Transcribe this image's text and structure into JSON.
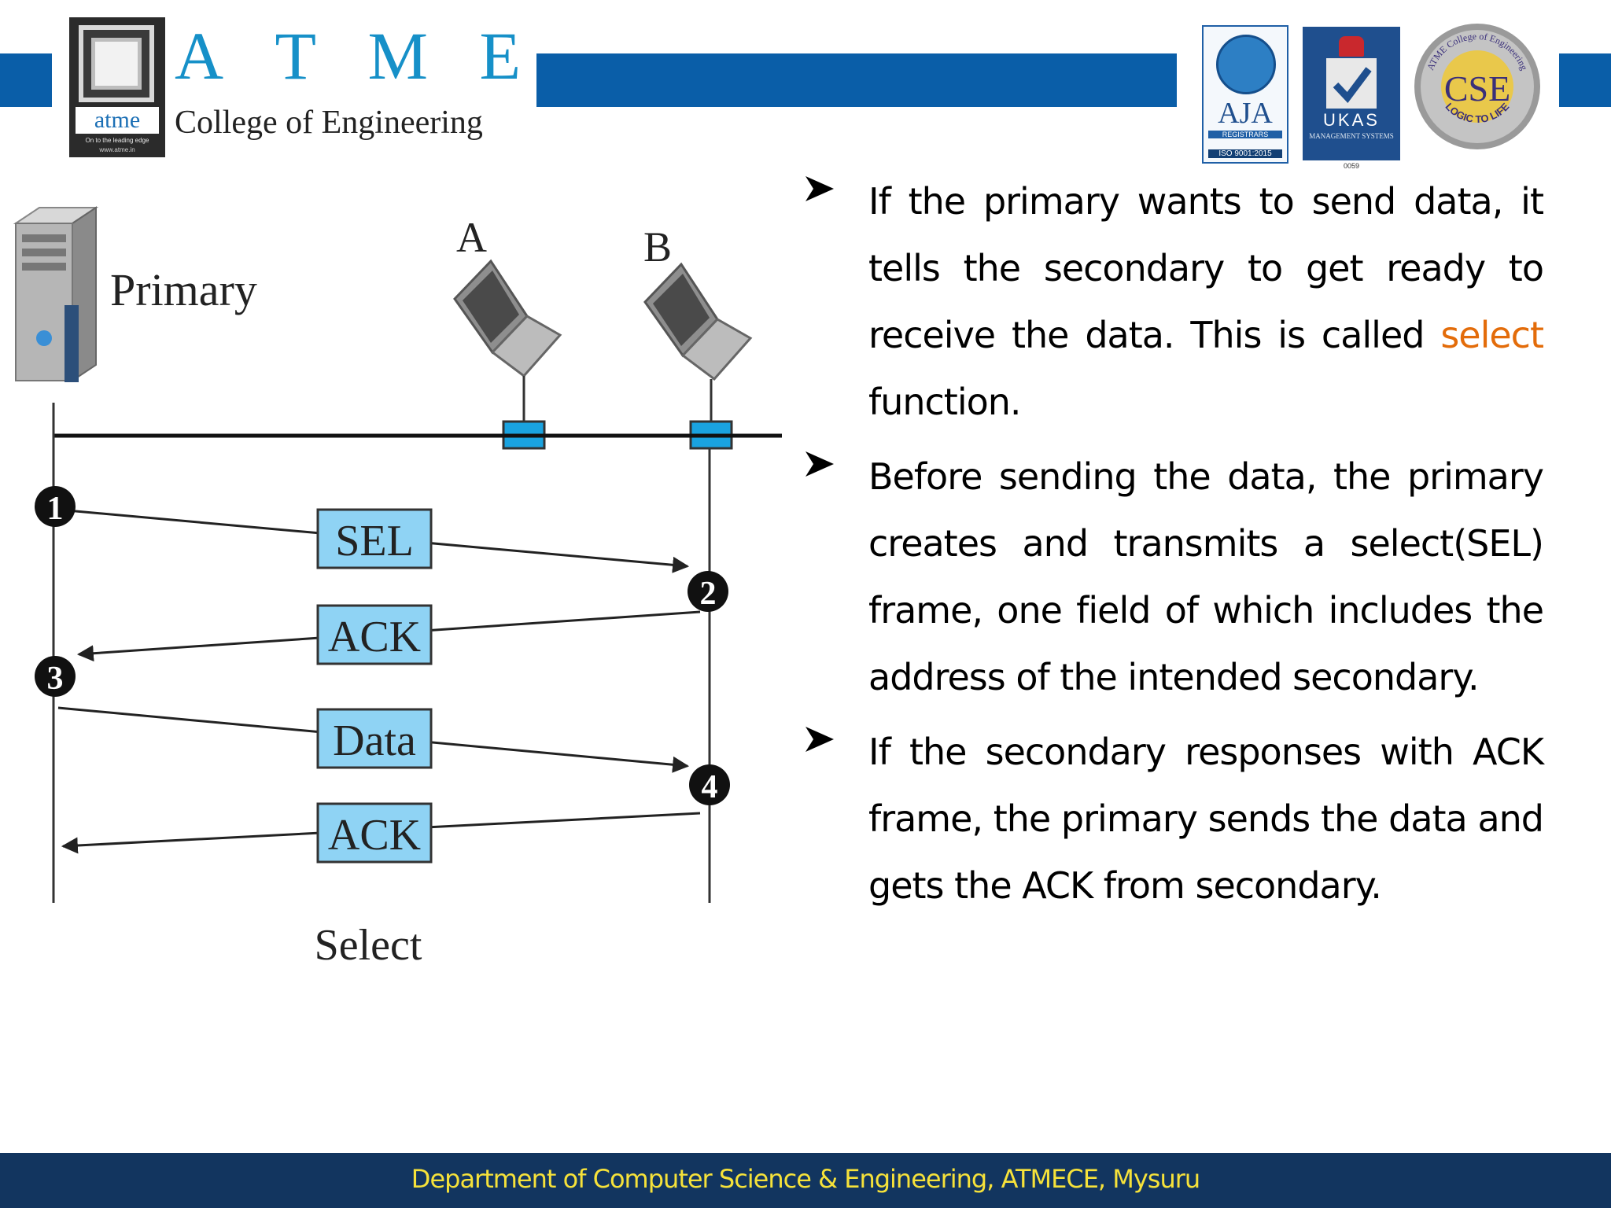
{
  "header": {
    "logo_word": "atme",
    "logo_tagline": "On to the leading edge",
    "logo_url": "www.atme.in",
    "brand_letters": [
      "A",
      "T",
      "M",
      "E"
    ],
    "college_name": "College of Engineering",
    "certs": {
      "aja_name": "AJA",
      "aja_sub": "REGISTRARS",
      "aja_iso": "ISO 9001:2015",
      "ukas_name": "UKAS",
      "ukas_sub": "MANAGEMENT SYSTEMS",
      "ukas_num": "0059",
      "cse_name": "CSE",
      "cse_ring_top": "ATME College of Engineering",
      "cse_ring_bottom": "LOGIC TO LIFE"
    }
  },
  "diagram": {
    "primary_label": "Primary",
    "station_a": "A",
    "station_b": "B",
    "frames": [
      "SEL",
      "ACK",
      "Data",
      "ACK"
    ],
    "steps": [
      "1",
      "2",
      "3",
      "4"
    ],
    "caption": "Select"
  },
  "bullets": [
    {
      "text": "If the primary wants to send data, it tells the secondary to get ready to receive the data. This is called ",
      "highlight": "select",
      "tail": " function."
    },
    {
      "text": "Before sending the data, the primary creates and transmits a select(SEL) frame, one field of which includes the address of the intended secondary."
    },
    {
      "text": "If the secondary responses with ACK frame, the primary sends the data and gets the ACK from secondary."
    }
  ],
  "footer": {
    "text": "Department of Computer Science & Engineering, ATMECE, Mysuru"
  },
  "colors": {
    "band": "#0a5ea8",
    "brand_blue": "#1690c8",
    "highlight": "#e36c0a",
    "footer_bg": "#12355f",
    "footer_text": "#f6e23a",
    "frame_fill": "#8fd3f4",
    "tap_fill": "#1aa3e0"
  }
}
